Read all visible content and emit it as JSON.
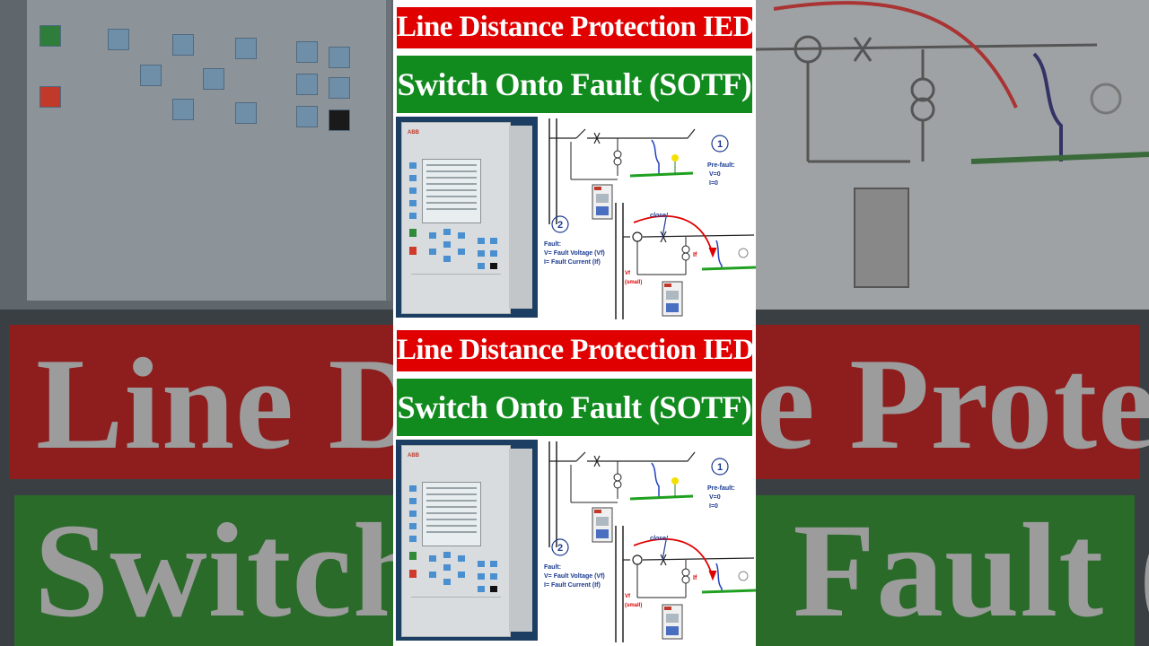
{
  "thumbnail": {
    "title_top": "Line Distance Protection IED",
    "title_bottom": "Switch Onto Fault (SOTF)",
    "colors": {
      "title_top_bg": "#e00000",
      "title_bottom_bg": "#118a1e",
      "title_text": "#ffffff"
    }
  },
  "background": {
    "big_top": "Line Distance Protection IED",
    "big_bottom": "Switch Onto Fault (SOTF)"
  },
  "device": {
    "brand": "ABB"
  },
  "diagram": {
    "step1_number": "1",
    "step1_label": "Pre-fault:",
    "step1_v": "V=0",
    "step1_i": "I=0",
    "step2_number": "2",
    "step2_label": "Fault:",
    "step2_v": "V= Fault Voltage (Vf)",
    "step2_i": "I= Fault Current (If)",
    "close_note": "close!",
    "if_label": "If",
    "vf_label": "Vf",
    "small_label": "(small)"
  }
}
